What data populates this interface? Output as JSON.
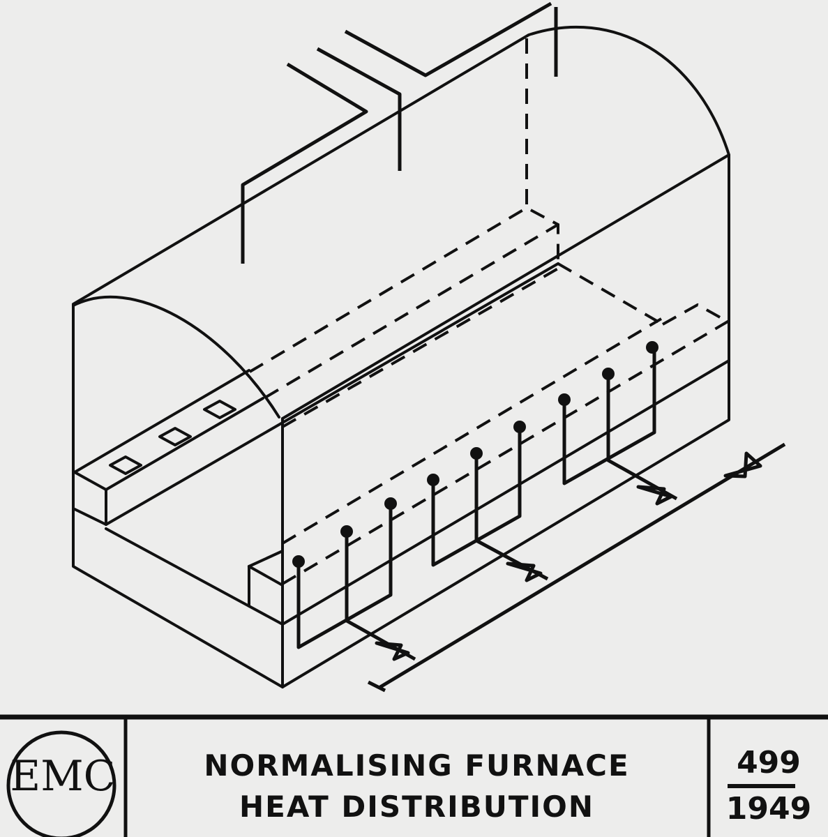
{
  "drawing": {
    "title_line_1": "NORMALISING FURNACE",
    "title_line_2": "HEAT DISTRIBUTION",
    "drawing_number": "499",
    "year": "1949",
    "logo": "EMC"
  },
  "colors": {
    "ink": "#111111",
    "paper": "#ededec"
  }
}
